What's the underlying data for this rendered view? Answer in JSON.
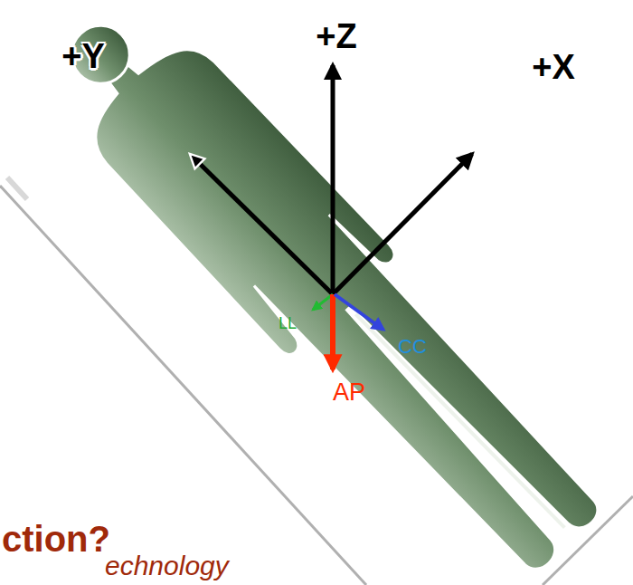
{
  "diagram": {
    "labels": [
      "+Y",
      "+Z",
      "+X",
      "LL",
      "AP",
      "CC",
      "ction?",
      "echnology"
    ]
  }
}
